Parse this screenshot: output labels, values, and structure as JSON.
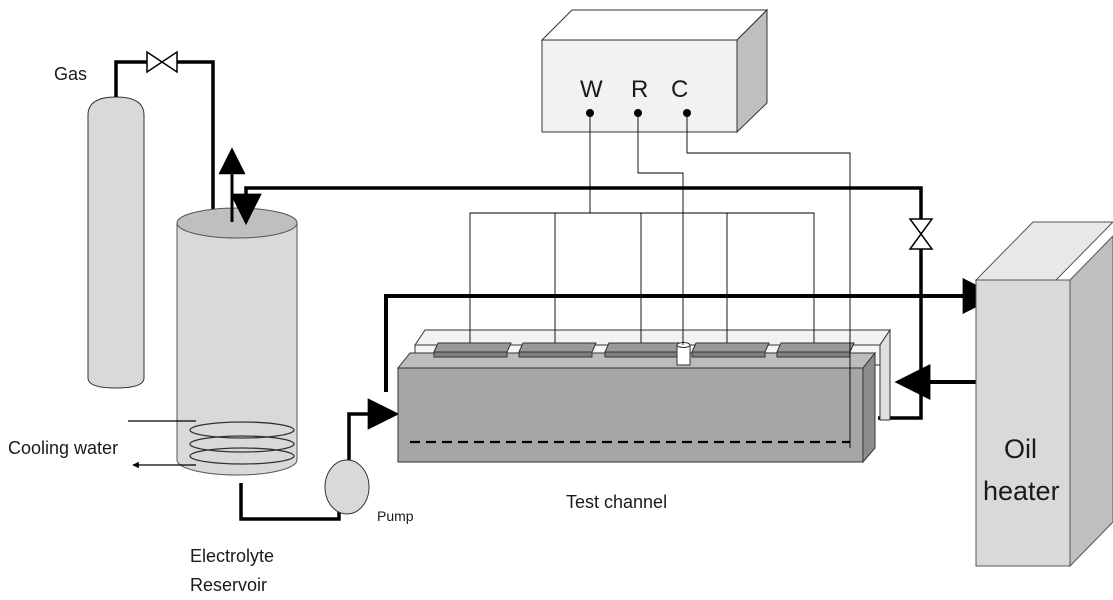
{
  "labels": {
    "gas": "Gas",
    "cooling_water": "Cooling water",
    "pump": "Pump",
    "electrolyte_line1": "Electrolyte",
    "electrolyte_line2": "Reservoir",
    "test_channel": "Test channel",
    "oil_line1": "Oil",
    "oil_line2": "heater",
    "electrode_w": "W",
    "electrode_r": "R",
    "electrode_c": "C"
  },
  "colors": {
    "line": "#000000",
    "vessel_fill": "#d9d9d9",
    "vessel_top": "#bfbfbf",
    "channel_front": "#a6a6a6",
    "channel_top": "#bcbcbc",
    "channel_side": "#8c8c8c",
    "electrode": "#808080",
    "heater_front": "#d9d9d9",
    "heater_top": "#e8e8e8",
    "heater_side": "#bfbfbf",
    "box_front": "#f2f2f2",
    "box_top": "#ffffff",
    "box_side": "#bfbfbf"
  }
}
